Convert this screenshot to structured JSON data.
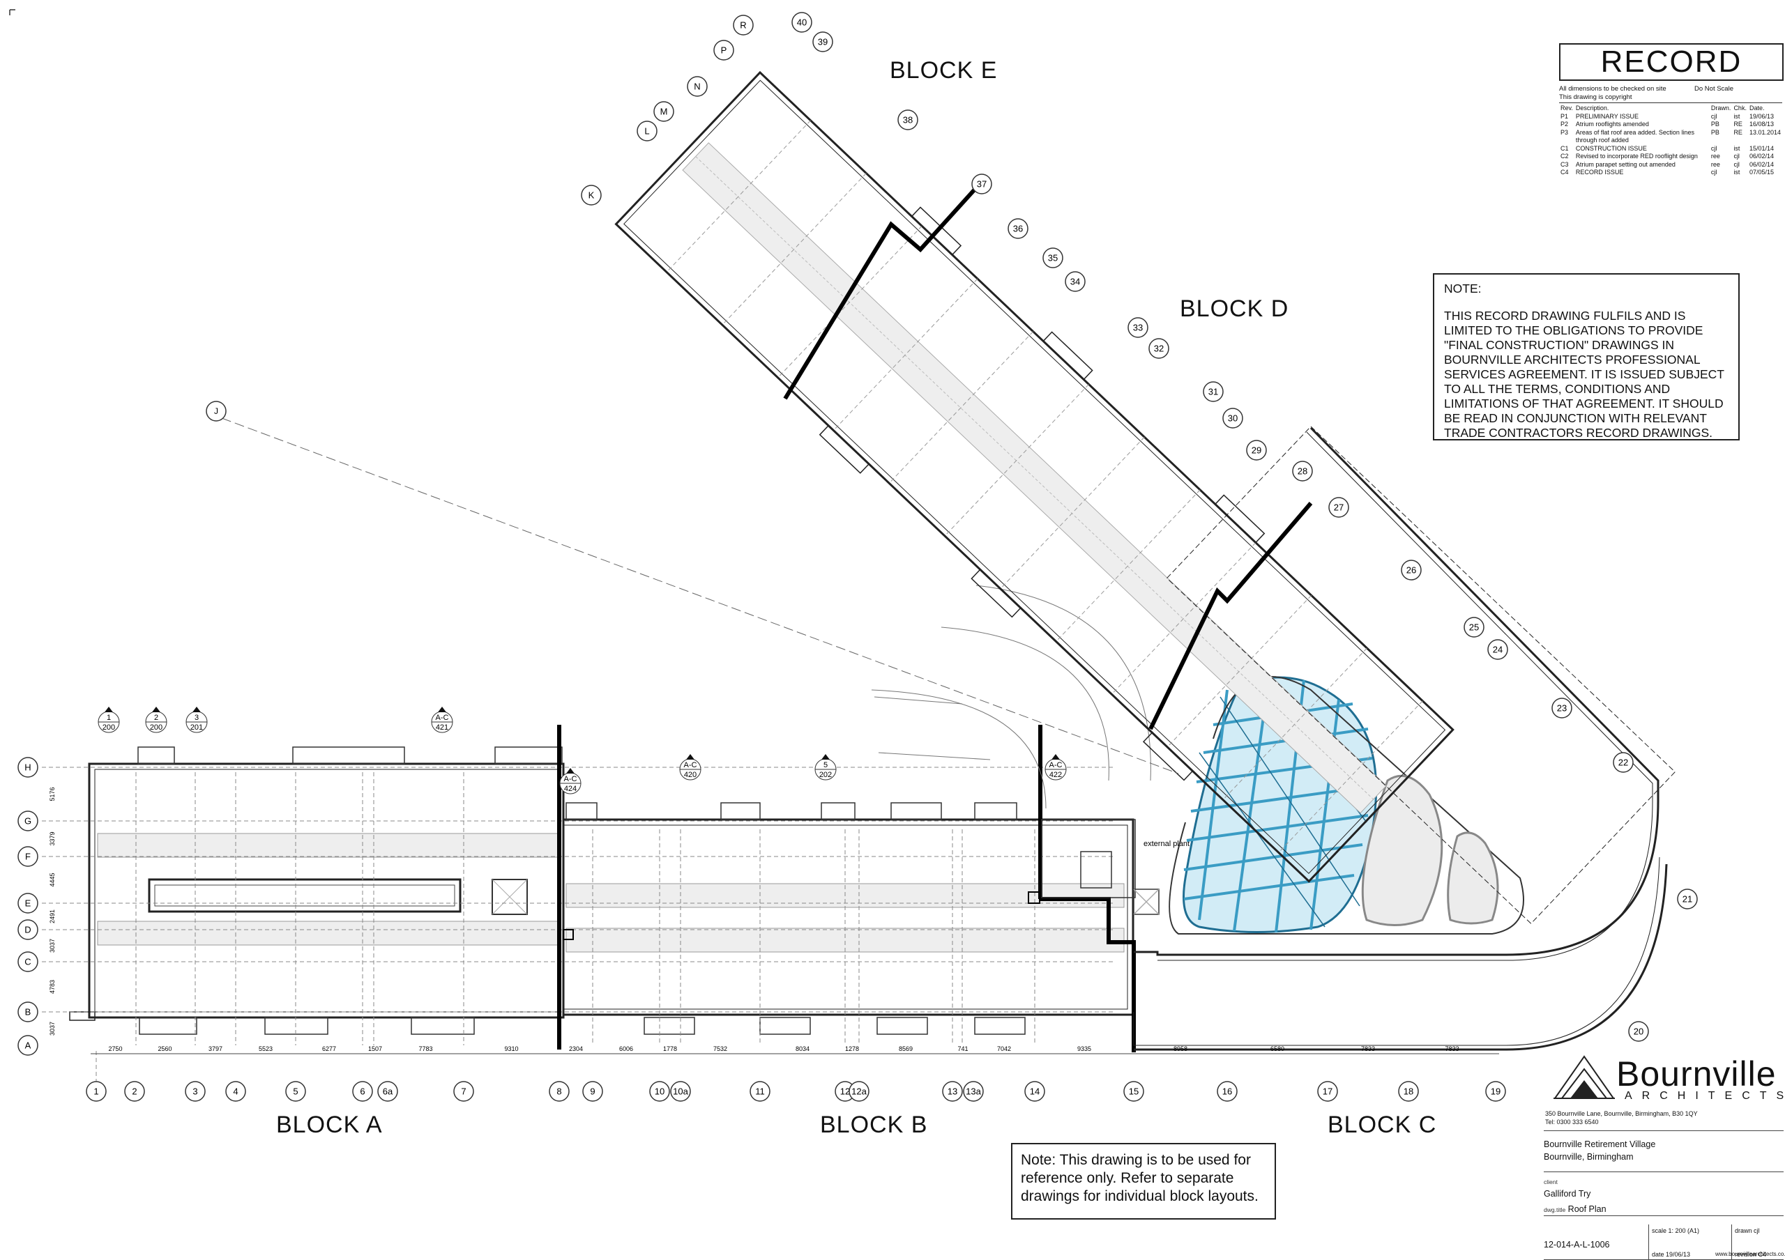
{
  "blocks": {
    "a": "BLOCK A",
    "b": "BLOCK B",
    "c": "BLOCK C",
    "d": "BLOCK D",
    "e": "BLOCK E"
  },
  "record": "RECORD",
  "rev_header": {
    "left": "All dimensions to be checked on site",
    "left2": "This drawing is copyright",
    "right": "Do Not Scale"
  },
  "rev_cols": [
    "Rev.",
    "Description.",
    "Drawn.",
    "Chk.",
    "Date."
  ],
  "revisions": [
    [
      "P1",
      "PRELIMINARY ISSUE",
      "cjl",
      "ist",
      "19/06/13"
    ],
    [
      "P2",
      "Atrium rooflights amended",
      "PB",
      "RE",
      "16/08/13"
    ],
    [
      "P3",
      "Areas of flat roof area added. Section lines through roof added",
      "PB",
      "RE",
      "13.01.2014"
    ],
    [
      "C1",
      "CONSTRUCTION ISSUE",
      "cjl",
      "ist",
      "15/01/14"
    ],
    [
      "C2",
      "Revised to incorporate RED rooflight design",
      "ree",
      "cjl",
      "06/02/14"
    ],
    [
      "C3",
      "Atrium parapet setting out amended",
      "ree",
      "cjl",
      "06/02/14"
    ],
    [
      "C4",
      "RECORD ISSUE",
      "cjl",
      "ist",
      "07/05/15"
    ]
  ],
  "note1": {
    "title": "NOTE:",
    "body": "THIS RECORD DRAWING FULFILS AND IS LIMITED TO THE OBLIGATIONS TO PROVIDE \"FINAL CONSTRUCTION\" DRAWINGS IN BOURNVILLE ARCHITECTS PROFESSIONAL SERVICES AGREEMENT.  IT IS ISSUED SUBJECT TO ALL THE TERMS, CONDITIONS AND LIMITATIONS OF THAT AGREEMENT.  IT SHOULD BE READ IN CONJUNCTION WITH RELEVANT TRADE CONTRACTORS RECORD DRAWINGS."
  },
  "note2": "Note:  This drawing is to be used for reference only.  Refer to separate drawings for individual block layouts.",
  "logo": {
    "name": "Bournville",
    "sub": "ARCHITECTS"
  },
  "address": {
    "l1": "350 Bournville Lane,  Bournville,  Birmingham,  B30 1QY",
    "l2": "Tel: 0300 333 6540"
  },
  "title_block": {
    "project1": "Bournville Retirement Village",
    "project2": "Bournville, Birmingham",
    "client_label": "client",
    "client": "Galliford Try",
    "dwg_label": "dwg.title",
    "dwg_title": "Roof Plan",
    "drawing_no": "12-014-A-L-1006",
    "scale": "scale 1: 200 (A1)",
    "date": "date 19/06/13",
    "drawn": "drawn cjl",
    "revision": "revision C4"
  },
  "website": "www.bournvillearchitects.co.uk",
  "plan_labels": {
    "plant": "external plant area"
  },
  "grid_bottom": [
    "1",
    "2",
    "3",
    "4",
    "5",
    "6",
    "6a",
    "7",
    "8",
    "9",
    "10",
    "10a",
    "11",
    "12",
    "12a",
    "13",
    "13a",
    "14",
    "15",
    "16",
    "17",
    "18",
    "19"
  ],
  "grid_left": [
    "H",
    "G",
    "F",
    "E",
    "D",
    "C",
    "B",
    "A"
  ],
  "grid_e_letters": [
    "R",
    "P",
    "N",
    "M",
    "L",
    "K"
  ],
  "grid_d_numbers": [
    "40",
    "39",
    "38",
    "37",
    "36",
    "35",
    "34",
    "33",
    "32",
    "31",
    "30",
    "29",
    "28",
    "27"
  ],
  "grid_c_numbers": [
    "26",
    "25",
    "24",
    "23",
    "22",
    "21",
    "20"
  ],
  "dims_bottom": [
    "2750",
    "2560",
    "3797",
    "5523",
    "6277",
    "1507",
    "7783",
    "9310",
    "2304",
    "6006",
    "1778",
    "7532",
    "8034",
    "1278",
    "8569",
    "741",
    "7042",
    "9335",
    "8958",
    "6580",
    "7833",
    "7833"
  ],
  "dims_left": [
    "5176",
    "3379",
    "4445",
    "2491",
    "3037",
    "4783",
    "3037"
  ],
  "section_tags_top": [
    [
      "1",
      "200"
    ],
    [
      "2",
      "200"
    ],
    [
      "3",
      "201"
    ],
    [
      "A-C",
      "421"
    ],
    [
      "A-C",
      "424"
    ],
    [
      "A-C",
      "420"
    ],
    [
      "5",
      "202"
    ],
    [
      "A-C",
      "422"
    ]
  ],
  "colors": {
    "atrium": "#3a9cc4",
    "ink": "#111111"
  }
}
